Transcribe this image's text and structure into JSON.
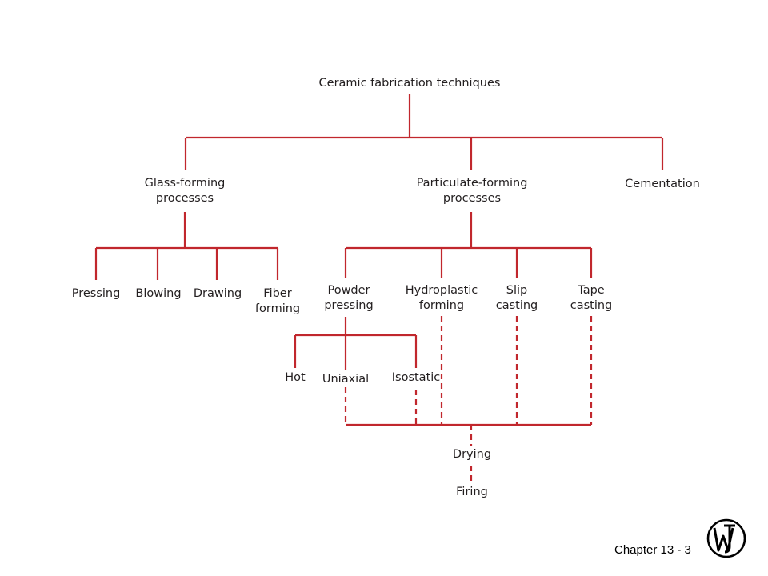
{
  "diagram": {
    "line_color": "#c1272d",
    "nodes": {
      "root": {
        "lines": [
          "Ceramic fabrication techniques"
        ]
      },
      "glass": {
        "lines": [
          "Glass-forming",
          "processes"
        ]
      },
      "particulate": {
        "lines": [
          "Particulate-forming",
          "processes"
        ]
      },
      "cementation": {
        "lines": [
          "Cementation"
        ]
      },
      "pressing": {
        "lines": [
          "Pressing"
        ]
      },
      "blowing": {
        "lines": [
          "Blowing"
        ]
      },
      "drawing": {
        "lines": [
          "Drawing"
        ]
      },
      "fiber": {
        "lines": [
          "Fiber",
          "forming"
        ]
      },
      "powder": {
        "lines": [
          "Powder",
          "pressing"
        ]
      },
      "hydroplastic": {
        "lines": [
          "Hydroplastic",
          "forming"
        ]
      },
      "slip": {
        "lines": [
          "Slip",
          "casting"
        ]
      },
      "tape": {
        "lines": [
          "Tape",
          "casting"
        ]
      },
      "hot": {
        "lines": [
          "Hot"
        ]
      },
      "uniaxial": {
        "lines": [
          "Uniaxial"
        ]
      },
      "isostatic": {
        "lines": [
          "Isostatic"
        ]
      },
      "drying": {
        "lines": [
          "Drying"
        ]
      },
      "firing": {
        "lines": [
          "Firing"
        ]
      }
    }
  },
  "footer": {
    "chapter_label": "Chapter 13 -  3"
  },
  "logo": {
    "icon": "wiley-logo-icon",
    "color": "#000000"
  }
}
